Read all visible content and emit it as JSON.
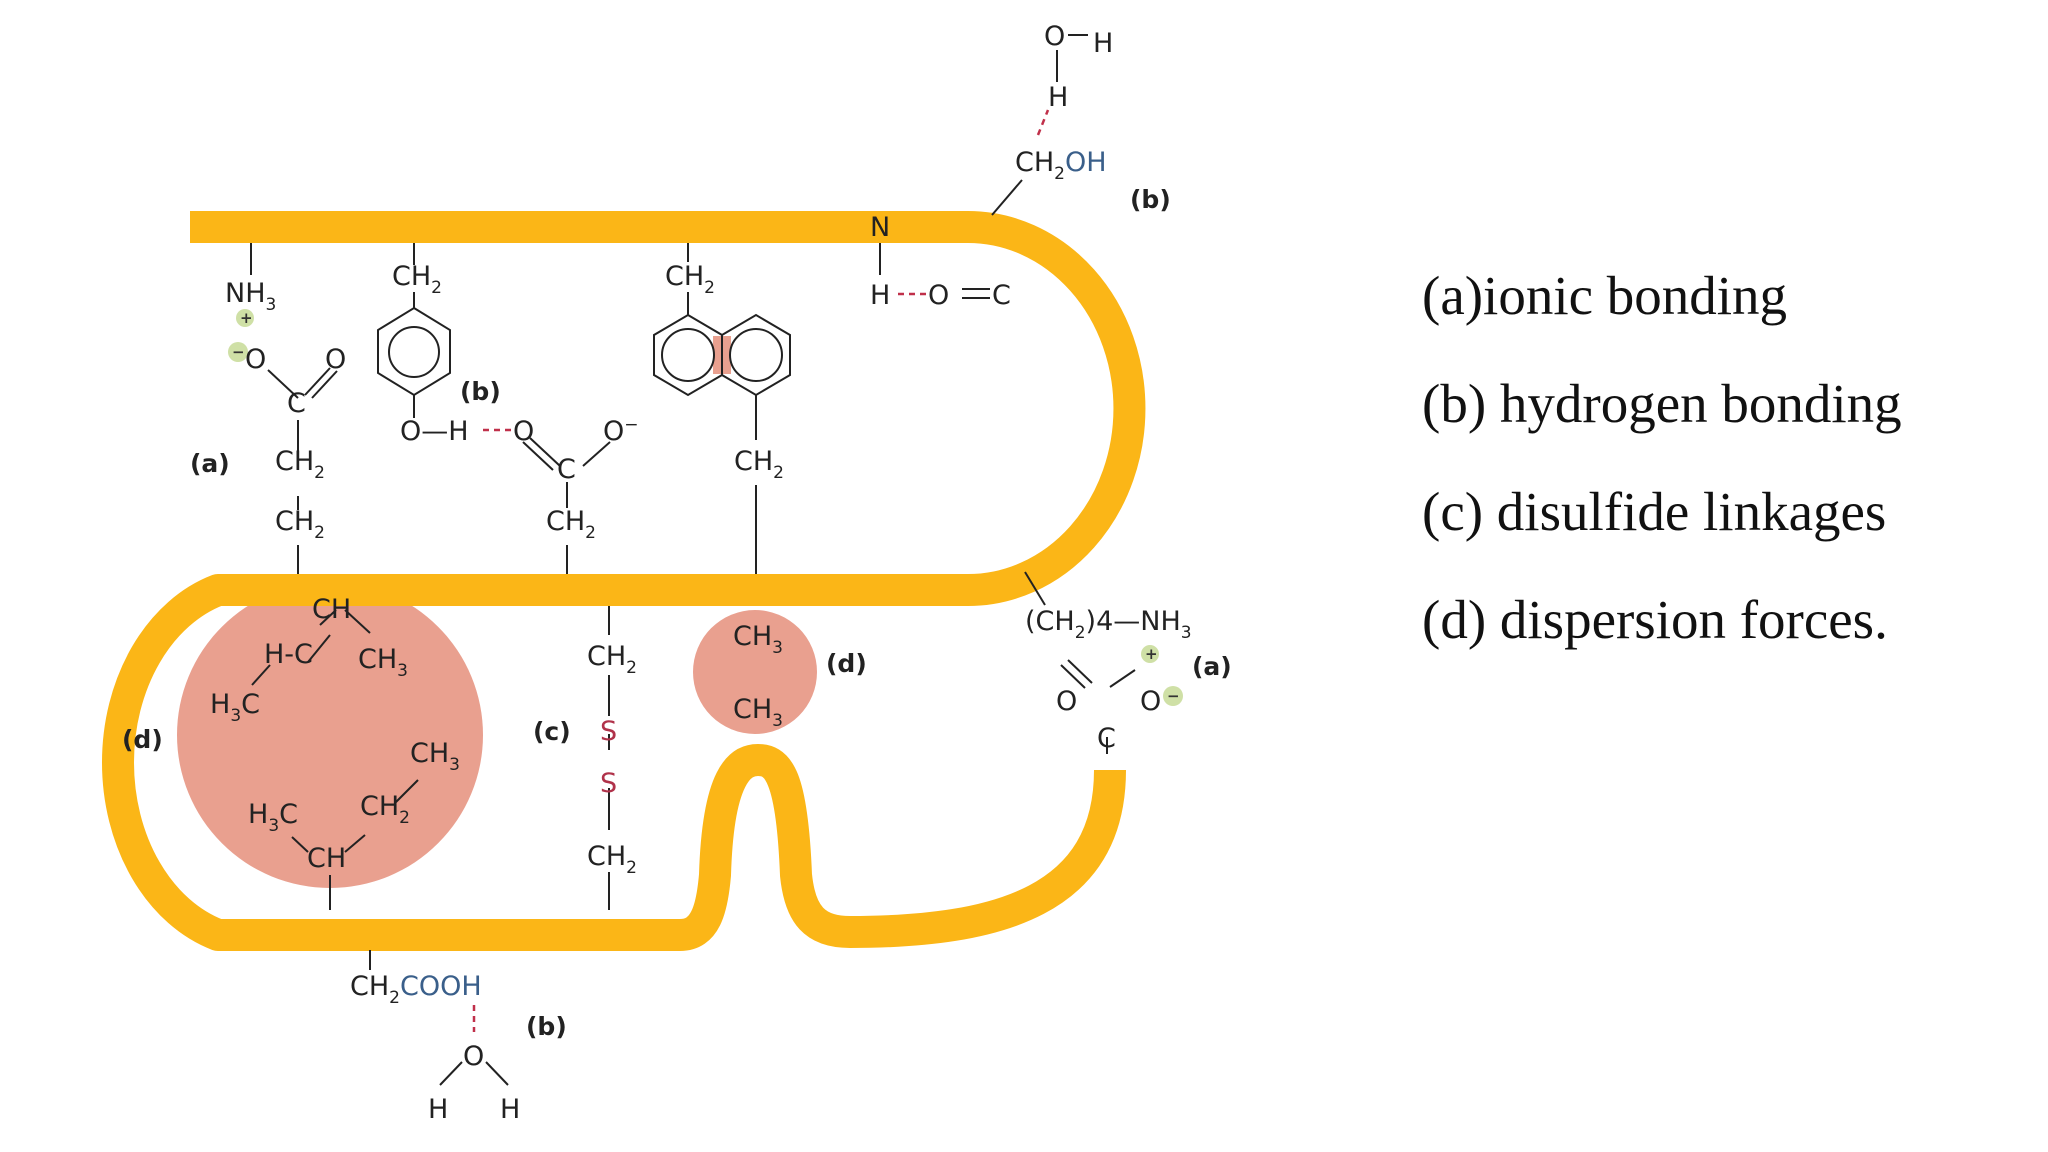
{
  "legend": {
    "items": [
      "(a)ionic bonding",
      "(b) hydrogen bonding",
      "(c) disulfide linkages",
      "(d) dispersion forces."
    ]
  },
  "labels": {
    "a": "(a)",
    "b": "(b)",
    "c": "(c)",
    "d": "(d)"
  },
  "chem": {
    "water_top_o": "O",
    "water_top_h": "H",
    "water_bottom_o": "O",
    "water_bottom_h": "H",
    "ch": "CH",
    "oh": "OH",
    "cooh": "COOH",
    "sub2": "2",
    "sub3": "3",
    "nh": "NH",
    "n": "N",
    "h": "H",
    "o": "O",
    "c": "C",
    "hc_left": "H-C",
    "h3c_h": "H",
    "h3c_c": "C",
    "s": "S",
    "ch2_4": "(CH",
    "ch2_4_tail": ")4—NH",
    "o_minus": "O",
    "plus": "+",
    "minus": "−",
    "o_eq_c": "O=C",
    "h_dash": "H",
    "o_h_dash": "O—H"
  },
  "colors": {
    "chain": "#fbb617",
    "chain_edge": "#e0a000",
    "hydrophobic": "#e9a08f",
    "charge_bg": "#cfe0a6"
  }
}
